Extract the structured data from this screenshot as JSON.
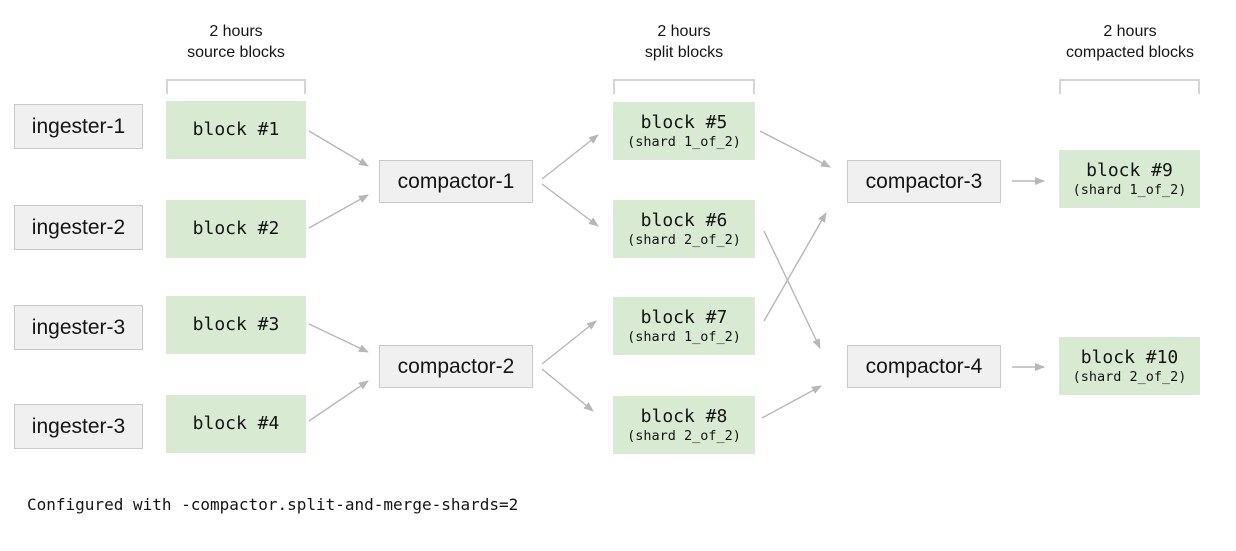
{
  "diagram": {
    "column_headers": [
      {
        "duration": "2 hours",
        "label": "source blocks"
      },
      {
        "duration": "2 hours",
        "label": "split blocks"
      },
      {
        "duration": "2 hours",
        "label": "compacted blocks"
      }
    ],
    "ingesters": [
      {
        "label": "ingester-1"
      },
      {
        "label": "ingester-2"
      },
      {
        "label": "ingester-3"
      },
      {
        "label": "ingester-3"
      }
    ],
    "compactors": [
      {
        "label": "compactor-1"
      },
      {
        "label": "compactor-2"
      },
      {
        "label": "compactor-3"
      },
      {
        "label": "compactor-4"
      }
    ],
    "blocks": [
      {
        "label": "block #1"
      },
      {
        "label": "block #2"
      },
      {
        "label": "block #3"
      },
      {
        "label": "block #4"
      },
      {
        "label": "block #5",
        "shard": "(shard 1_of_2)"
      },
      {
        "label": "block #6",
        "shard": "(shard 2_of_2)"
      },
      {
        "label": "block #7",
        "shard": "(shard 1_of_2)"
      },
      {
        "label": "block #8",
        "shard": "(shard 2_of_2)"
      },
      {
        "label": "block #9",
        "shard": "(shard 1_of_2)"
      },
      {
        "label": "block #10",
        "shard": "(shard 2_of_2)"
      }
    ],
    "connections": [
      {
        "from": "block #1",
        "to": "compactor-1"
      },
      {
        "from": "block #2",
        "to": "compactor-1"
      },
      {
        "from": "block #3",
        "to": "compactor-2"
      },
      {
        "from": "block #4",
        "to": "compactor-2"
      },
      {
        "from": "compactor-1",
        "to": "block #5"
      },
      {
        "from": "compactor-1",
        "to": "block #6"
      },
      {
        "from": "compactor-2",
        "to": "block #7"
      },
      {
        "from": "compactor-2",
        "to": "block #8"
      },
      {
        "from": "block #5",
        "to": "compactor-3"
      },
      {
        "from": "block #7",
        "to": "compactor-3"
      },
      {
        "from": "block #6",
        "to": "compactor-4"
      },
      {
        "from": "block #8",
        "to": "compactor-4"
      },
      {
        "from": "compactor-3",
        "to": "block #9"
      },
      {
        "from": "compactor-4",
        "to": "block #10"
      }
    ],
    "caption": "Configured with -compactor.split-and-merge-shards=2",
    "colors": {
      "background": "#ffffff",
      "block_fill": "#d9ead3",
      "node_fill": "#f0f0f0",
      "node_border": "#c9c9c9",
      "arrow": "#b7b7b7",
      "bracket": "#d5d5d5",
      "text": "#141414"
    }
  }
}
